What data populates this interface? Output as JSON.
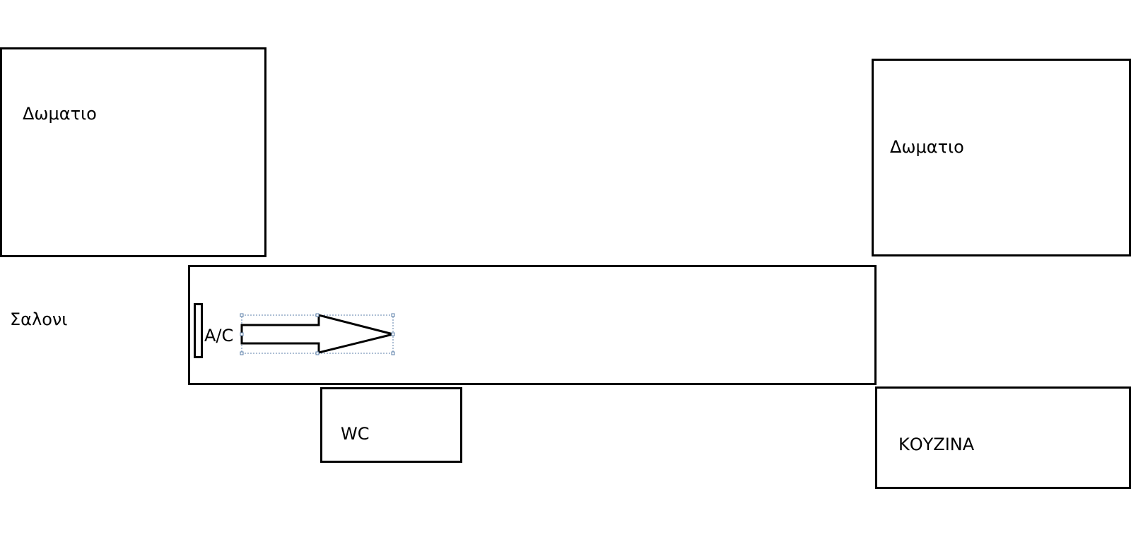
{
  "rooms": {
    "top_left": {
      "label": "Δωματιο"
    },
    "top_right": {
      "label": "Δωματιο"
    },
    "living_room": {
      "label": "Σαλονι"
    },
    "wc": {
      "label": "WC"
    },
    "kitchen": {
      "label": "ΚΟΥΖΙΝΑ"
    }
  },
  "ac": {
    "label": "A/C"
  },
  "colors": {
    "line": "#000000",
    "background": "#ffffff",
    "selection": "#5b7fa8"
  },
  "icons": {
    "arrow": "right-arrow-icon"
  }
}
